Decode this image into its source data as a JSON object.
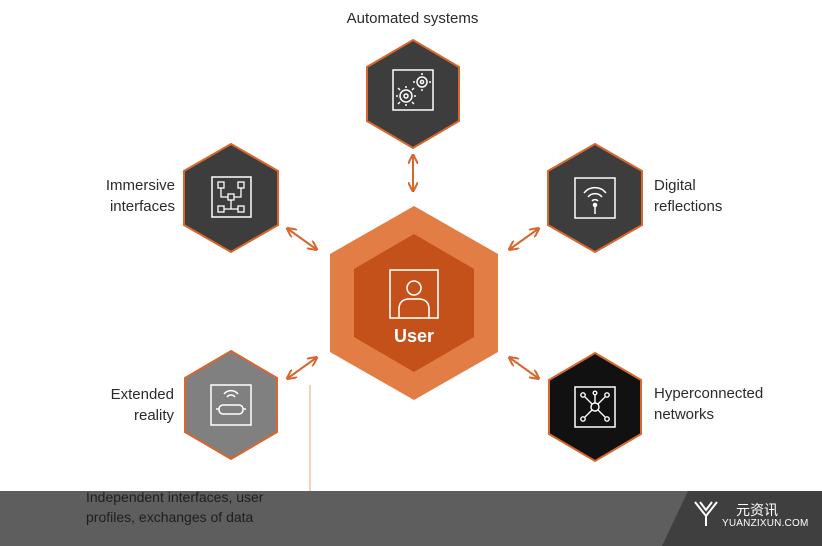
{
  "nodes": {
    "automated": {
      "label_lines": [
        "Automated systems"
      ],
      "icon": "gears-icon"
    },
    "immersive": {
      "label_lines": [
        "Immersive",
        "interfaces"
      ],
      "icon": "flowchart-icon"
    },
    "digital": {
      "label_lines": [
        "Digital",
        "reflections"
      ],
      "icon": "wifi-device-icon"
    },
    "extended": {
      "label_lines": [
        "Extended",
        "reality"
      ],
      "icon": "vr-headset-icon"
    },
    "hyper": {
      "label_lines": [
        "Hyperconnected",
        "networks"
      ],
      "icon": "network-hub-icon"
    }
  },
  "center": {
    "label": "User",
    "icon": "user-portrait-icon"
  },
  "footer": {
    "lines": [
      "Independent interfaces, user",
      "profiles, exchanges of data"
    ]
  },
  "watermark": {
    "cn": "元资讯",
    "en": "YUANZIXUN.COM"
  },
  "colors": {
    "orange": "#d9662e",
    "orange_light": "#e27d45",
    "orange_dark": "#c4501a",
    "dark_hex": "#3d3d3d",
    "gray_hex": "#808080",
    "black_hex": "#111111",
    "hex_border": "#d9662e"
  }
}
